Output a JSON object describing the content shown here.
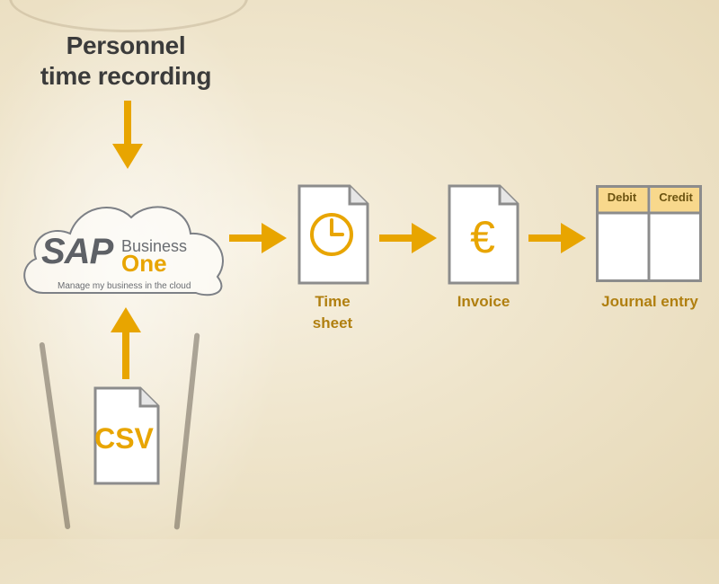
{
  "title": "Personnel\ntime recording",
  "sap": {
    "logo": "SAP",
    "business": "Business",
    "one": "One",
    "tagline": "Manage my business in the cloud"
  },
  "csv_label": "CSV",
  "steps": {
    "timesheet": "Time\nsheet",
    "invoice": "Invoice",
    "journal": "Journal entry"
  },
  "journal_table": {
    "debit": "Debit",
    "credit": "Credit"
  },
  "invoice_symbol": "€",
  "colors": {
    "accent": "#e8a500",
    "label": "#b07f10",
    "dark_text": "#3b3b3b",
    "doc_border": "#8c8c8c",
    "table_header": "#f8d88c"
  }
}
